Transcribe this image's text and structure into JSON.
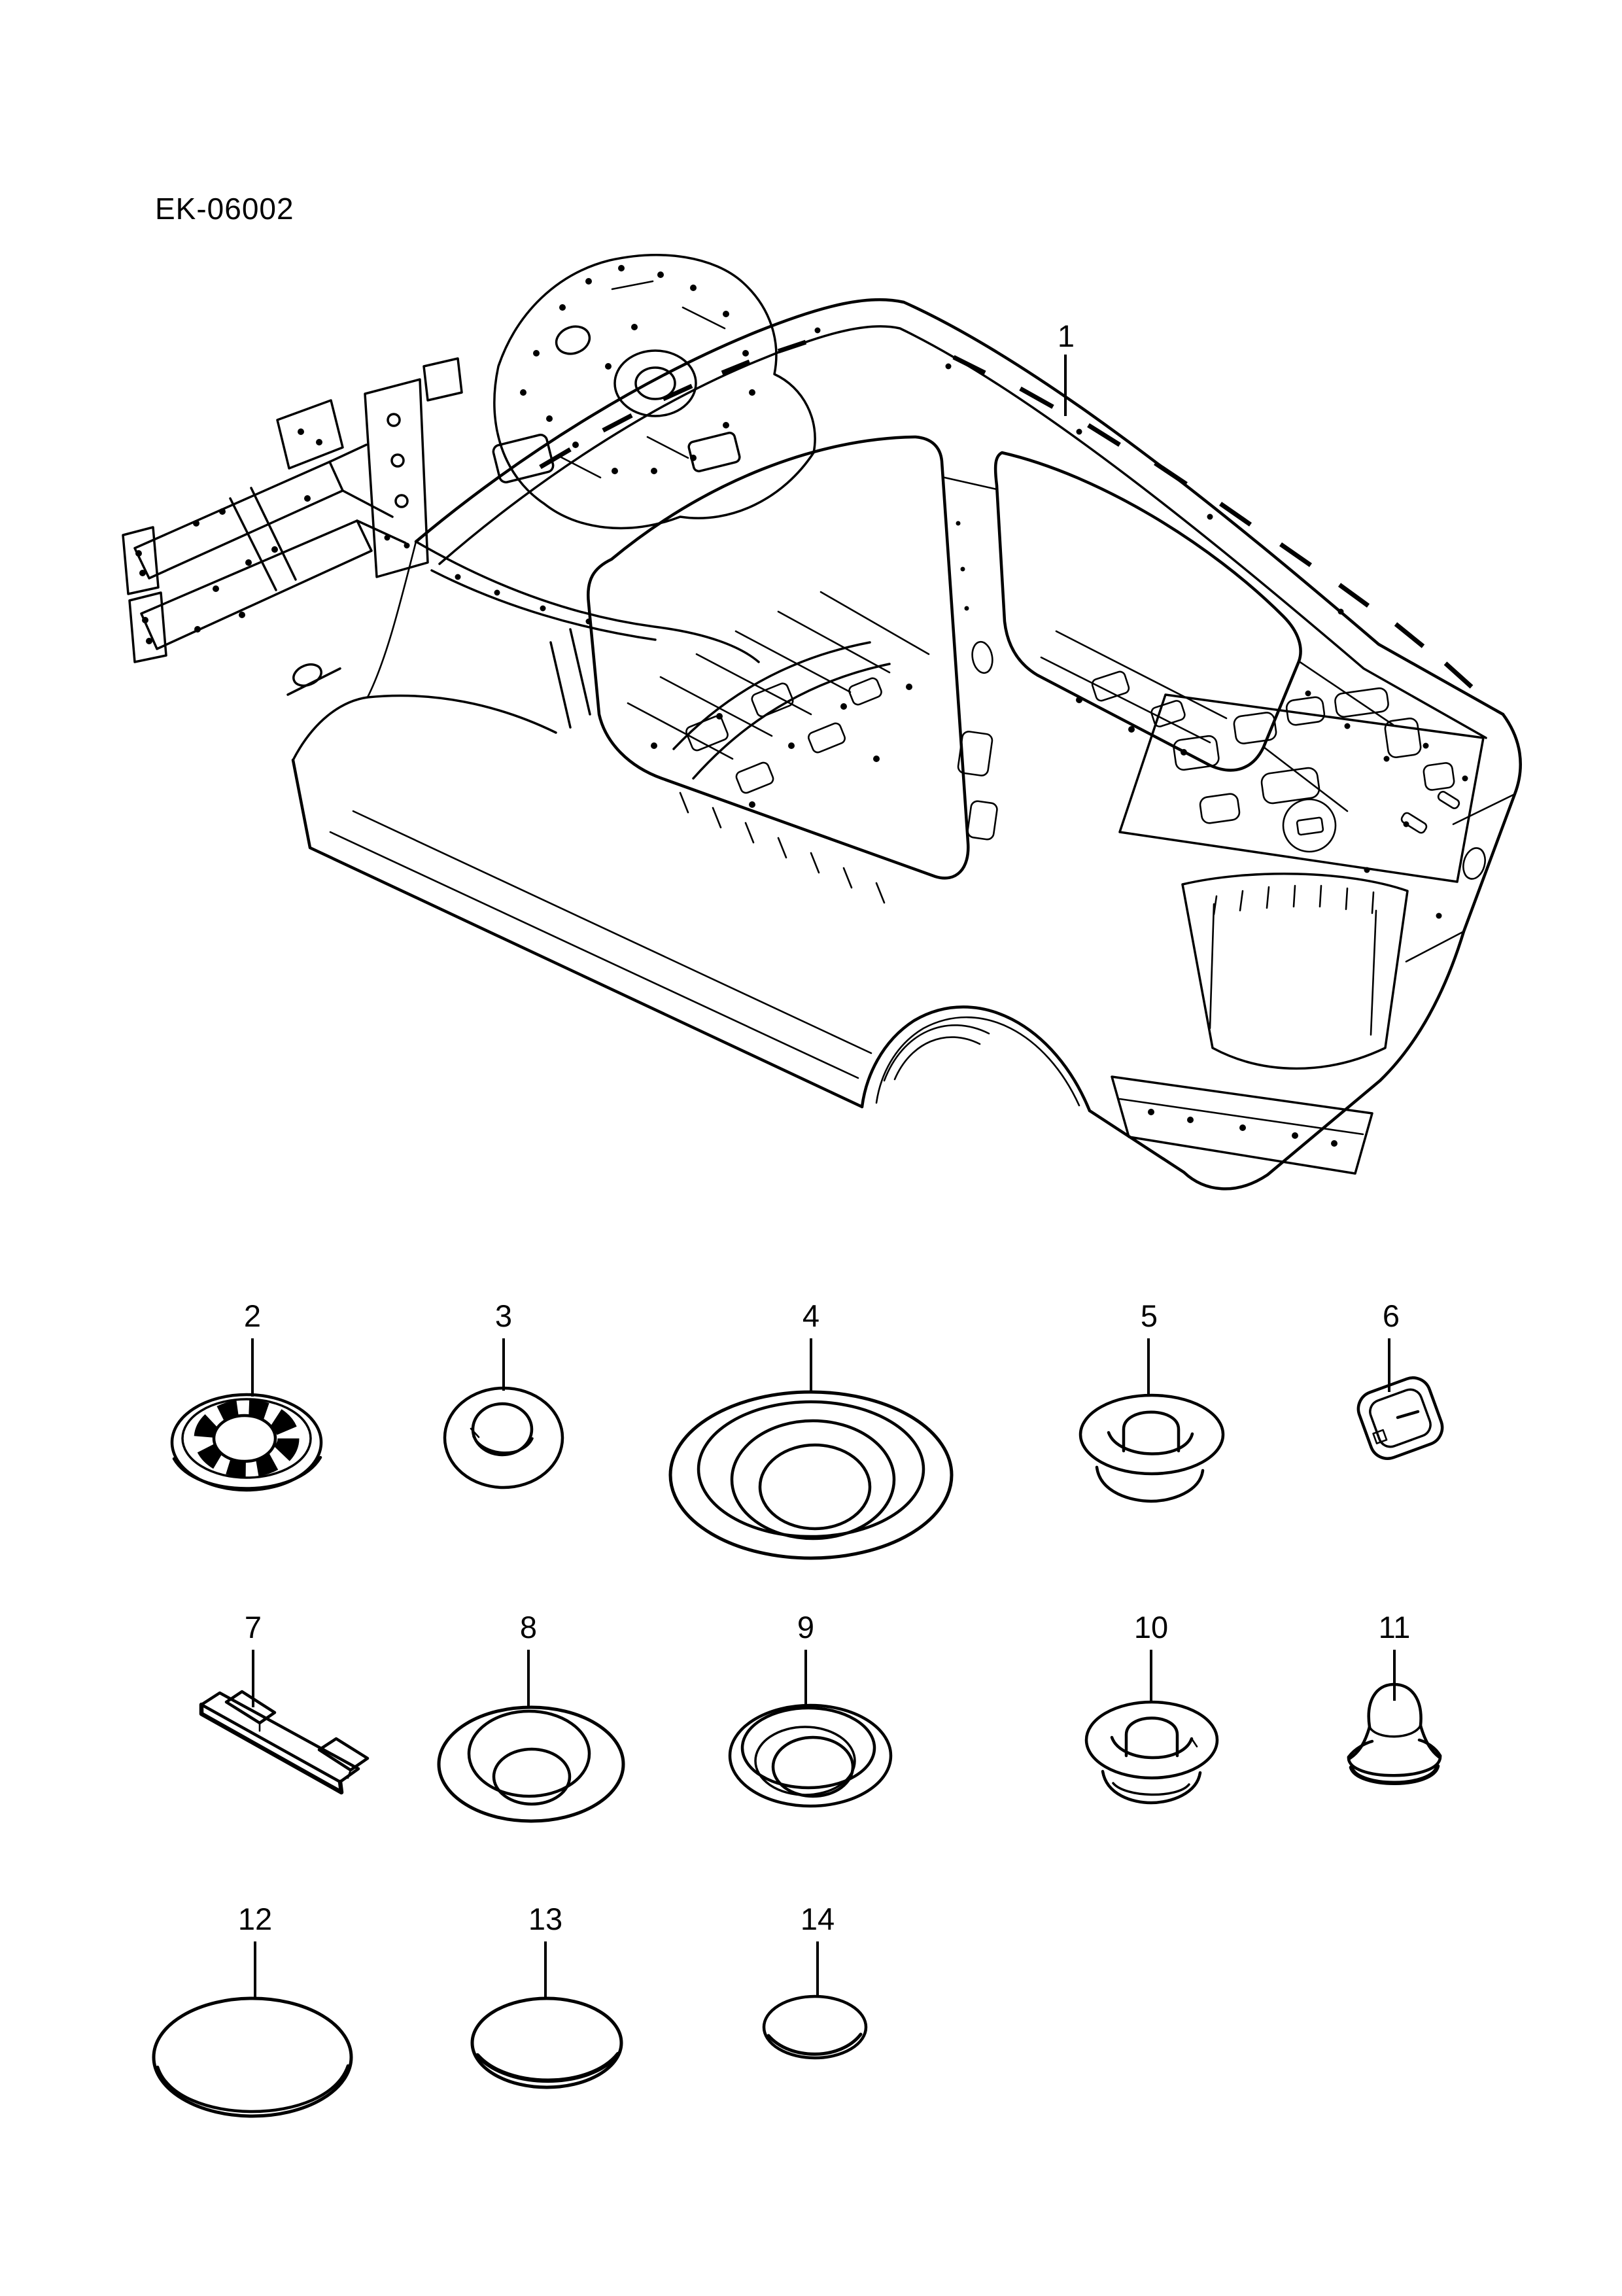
{
  "diagram": {
    "code": "EK-06002",
    "colors": {
      "line": "#000000",
      "background": "#ffffff"
    },
    "main_part": {
      "number": "1",
      "shape": "car-body-shell"
    },
    "parts": [
      {
        "number": "2",
        "shape": "toothed-grommet"
      },
      {
        "number": "3",
        "shape": "plug-grommet"
      },
      {
        "number": "4",
        "shape": "large-ring-grommet"
      },
      {
        "number": "5",
        "shape": "dome-plug"
      },
      {
        "number": "6",
        "shape": "square-plug"
      },
      {
        "number": "7",
        "shape": "sill-strip"
      },
      {
        "number": "8",
        "shape": "ring-grommet"
      },
      {
        "number": "9",
        "shape": "stepped-grommet"
      },
      {
        "number": "10",
        "shape": "dome-plug"
      },
      {
        "number": "11",
        "shape": "mushroom-plug"
      },
      {
        "number": "12",
        "shape": "oval-plug-large"
      },
      {
        "number": "13",
        "shape": "oval-plug-medium"
      },
      {
        "number": "14",
        "shape": "oval-plug-small"
      }
    ]
  }
}
